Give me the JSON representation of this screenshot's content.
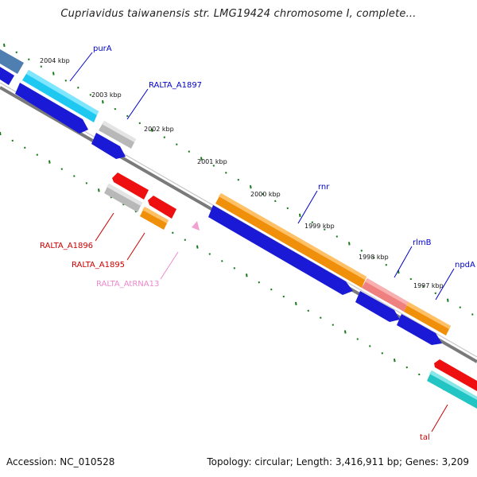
{
  "title": "Cupriavidus taiwanensis str. LMG19424 chromosome I, complete...",
  "footer": {
    "accession": "Accession: NC_010528",
    "summary": "Topology: circular; Length: 3,416,911 bp; Genes: 3,209"
  },
  "colors": {
    "axis": "#808080",
    "tick": "#1a7a1a",
    "forward_label": "#0000cc",
    "reverse_label": "#cc0000",
    "rna_label": "#ee88cc"
  },
  "kbp_labels": [
    "2004 kbp",
    "2003 kbp",
    "2002 kbp",
    "2001 kbp",
    "2000 kbp",
    "1999 kbp",
    "1998 kbp",
    "1997 kbp"
  ],
  "forward_gene_labels": [
    "purA",
    "RALTA_A1897",
    "rnr",
    "rlmB",
    "npdA"
  ],
  "reverse_gene_labels": [
    "RALTA_A1896",
    "RALTA_A1895",
    "RALTA_AtRNA13",
    "tal"
  ],
  "features": {
    "forward_track": [
      "steelblue",
      "cyan",
      "silver",
      "orange",
      "salmon",
      "orange"
    ],
    "forward_arrows": [
      "blue",
      "blue",
      "blue",
      "blue",
      "blue",
      "blue"
    ],
    "reverse_track": [
      "silver",
      "orange",
      "red",
      "red",
      "pink-marker",
      "red",
      "teal"
    ]
  }
}
